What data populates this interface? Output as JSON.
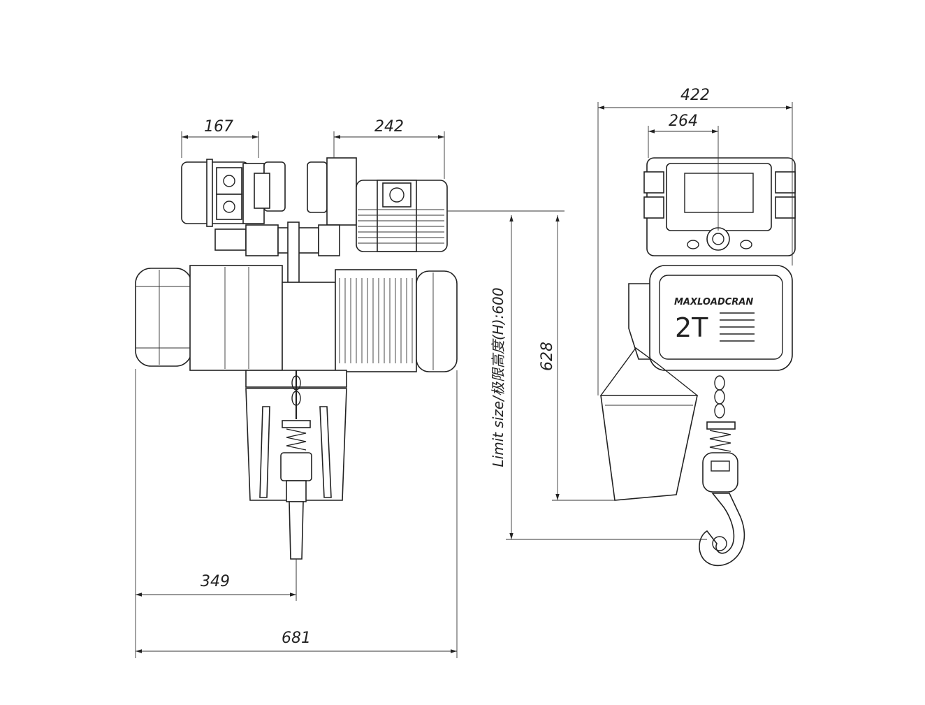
{
  "dimensions": {
    "trolley_left_width": "167",
    "trolley_right_width": "242",
    "total_width_side": "422",
    "trolley_width_side": "264",
    "hook_offset": "349",
    "overall_length": "681",
    "height_628": "628",
    "limit_size_label": "Limit size/极限高度(H):600"
  },
  "nameplate": {
    "brand": "MAXLOADCRAN",
    "capacity": "2T"
  },
  "colors": {
    "line": "#222222",
    "background": "#ffffff"
  }
}
